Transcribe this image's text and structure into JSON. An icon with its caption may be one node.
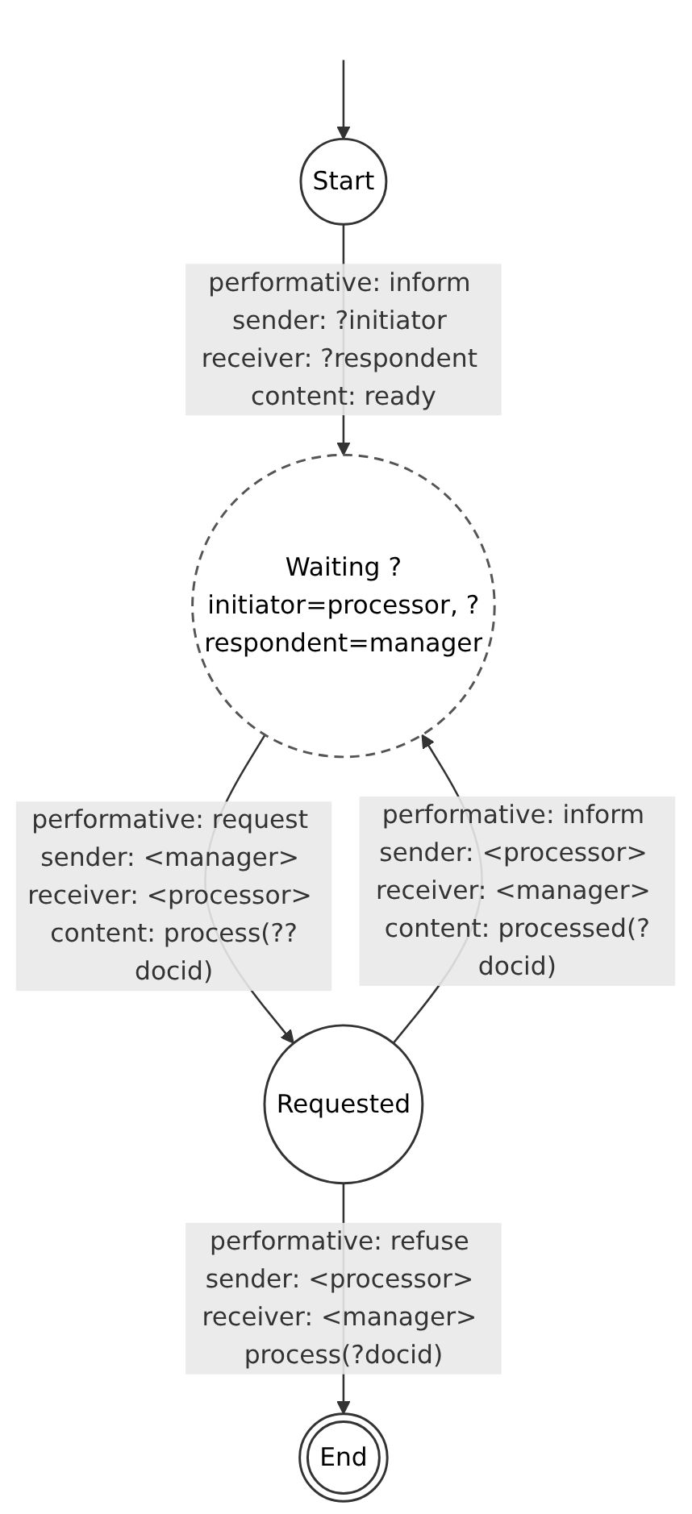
{
  "diagram": {
    "nodes": [
      {
        "text": [
          "Start"
        ]
      },
      {
        "text": [
          "Waiting ?initiator=processor, ?respondent=manager"
        ]
      },
      {
        "text": [
          "Requested"
        ]
      },
      {
        "text": [
          "End"
        ]
      }
    ],
    "edges": [
      {
        "from": null,
        "to": 0,
        "arrow": "to"
      },
      {
        "from": 0,
        "to": 1,
        "arrow": "to",
        "label": "performative: inform sender: ?initiator receiver: ?respondent content: ready"
      },
      {
        "from": 1,
        "to": 2,
        "arrow": "to",
        "label": "performative: request sender: <manager> receiver: <processor> content: process(??docid)"
      },
      {
        "from": 2,
        "to": 1,
        "arrow": "to",
        "label": "performative: inform sender: <processor> receiver: <manager> content: processed(?docid)"
      },
      {
        "from": 2,
        "to": 3,
        "arrow": "to",
        "label": "performative: refuse sender: <processor> receiver: <manager> process(?docid)"
      }
    ]
  }
}
